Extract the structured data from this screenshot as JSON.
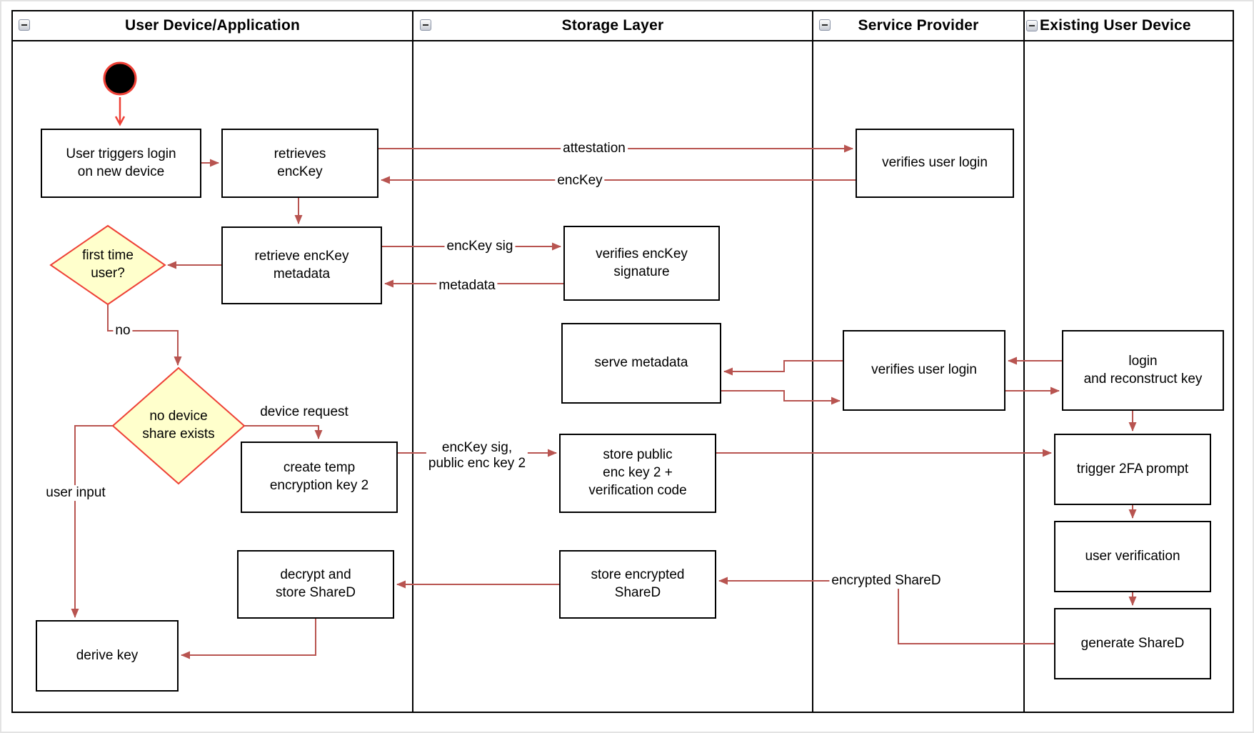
{
  "lanes": [
    {
      "title": "User Device/Application"
    },
    {
      "title": "Storage Layer"
    },
    {
      "title": "Service Provider"
    },
    {
      "title": "Existing User Device"
    }
  ],
  "nodes": {
    "user_triggers": {
      "label": "User triggers login\non new device"
    },
    "retrieves_enckey": {
      "label": "retrieves\nencKey"
    },
    "verifies_user_login_1": {
      "label": "verifies user login"
    },
    "first_time_user": {
      "label": "first time\nuser?"
    },
    "retrieve_metadata": {
      "label": "retrieve encKey\nmetadata"
    },
    "verifies_signature": {
      "label": "verifies encKey\nsignature"
    },
    "serve_metadata": {
      "label": "serve metadata"
    },
    "verifies_user_login_2": {
      "label": "verifies user login"
    },
    "login_reconstruct": {
      "label": "login\nand reconstruct key"
    },
    "no_device_share": {
      "label": "no device\nshare exists"
    },
    "create_temp_key": {
      "label": "create temp\nencryption key 2"
    },
    "store_public_key": {
      "label": "store public\nenc key 2 +\nverification code"
    },
    "trigger_2fa": {
      "label": "trigger 2FA prompt"
    },
    "user_verification": {
      "label": "user verification"
    },
    "generate_shared": {
      "label": "generate ShareD"
    },
    "store_encrypted_shared": {
      "label": "store encrypted\nShareD"
    },
    "decrypt_store_shared": {
      "label": "decrypt and\nstore ShareD"
    },
    "derive_key": {
      "label": "derive key"
    }
  },
  "edge_labels": {
    "attestation": "attestation",
    "enckey": "encKey",
    "enckey_sig": "encKey sig",
    "metadata": "metadata",
    "no": "no",
    "device_request": "device request",
    "user_input": "user input",
    "enckey_sig_public": "encKey sig,\npublic enc key 2",
    "encrypted_shared": "encrypted ShareD"
  },
  "colors": {
    "connector": "#b85450",
    "accent_red": "#ee4036",
    "decision_fill": "#ffffcc",
    "shape_border": "#000000"
  }
}
